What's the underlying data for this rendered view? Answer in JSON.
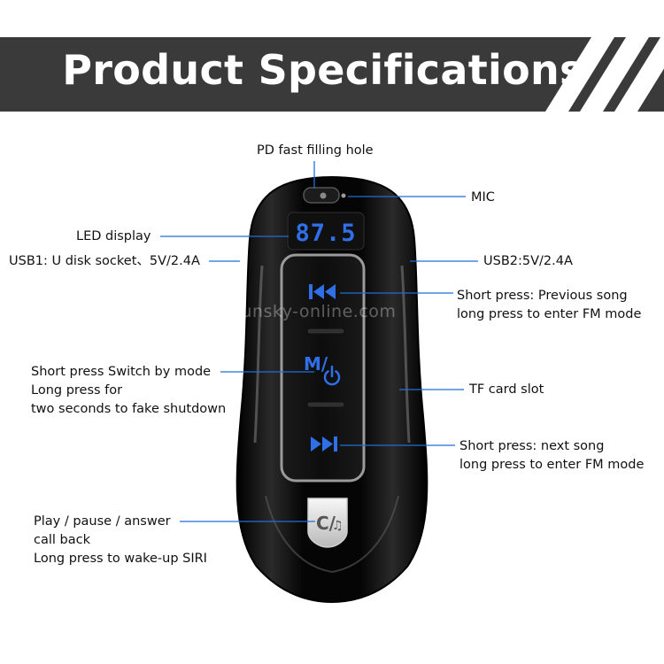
{
  "header": {
    "title": "Product Specifications"
  },
  "watermark": "sunsky-online.com",
  "device": {
    "display_reading": "87.5",
    "mode_button_symbol": "M/",
    "call_button_symbol": "C/",
    "accent_color": "#2f6fe8",
    "body_color": "#0b0b0b"
  },
  "callouts": {
    "pd_port": "PD fast filling hole",
    "mic": "MIC",
    "led_display": "LED display",
    "usb1": "USB1: U disk socket、5V/2.4A",
    "usb2": "USB2:5V/2.4A",
    "prev": [
      "Short press: Previous song",
      "long press to enter FM mode"
    ],
    "mode": [
      "Short press Switch by mode",
      "Long press for",
      "two seconds to fake shutdown"
    ],
    "tf_slot": "TF card slot",
    "next": [
      "Short press: next song",
      "long press to enter FM mode"
    ],
    "play": [
      "Play / pause / answer",
      "call back",
      "Long press to wake-up SIRI"
    ]
  }
}
